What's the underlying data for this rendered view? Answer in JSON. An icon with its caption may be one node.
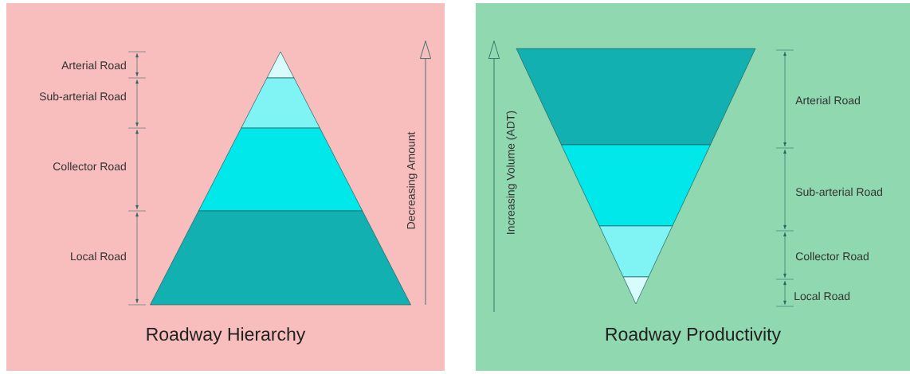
{
  "diagram": {
    "nodes": [
      {
        "text": [
          "Roadway Hierarchy"
        ]
      },
      {
        "text": [
          "Roadway Productivity"
        ]
      }
    ],
    "edges": [],
    "labels": [
      "Arterial Road",
      "Sub-arterial Road",
      "Collector Road",
      "Local Road",
      "Decreasing Amount",
      "Increasing Volume (ADT)",
      "Arterial Road",
      "Sub-arterial Road",
      "Collector Road",
      "Local Road"
    ]
  }
}
